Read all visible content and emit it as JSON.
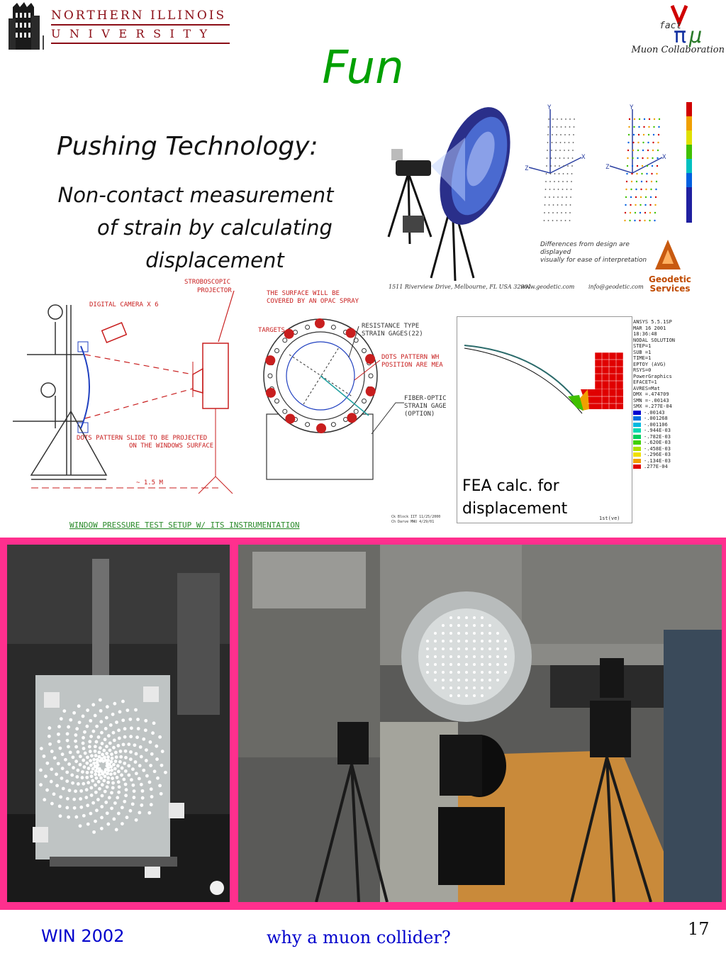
{
  "header": {
    "university_line1": "NORTHERN ILLINOIS",
    "university_line2": "UNIVERSITY",
    "collaboration_caption": "Muon Collaboration",
    "collab_logo_text": "fact"
  },
  "title": "Fun",
  "subheading": "Pushing Technology:",
  "body": {
    "line1": "Non-contact measurement",
    "line2": "of strain by calculating",
    "line3": "displacement"
  },
  "geodetic": {
    "caption_line1": "Differences from design are displayed",
    "caption_line2": "visually for ease of interpretation",
    "address": "1511 Riverview Drive, Melbourne, FL USA 32901",
    "website": "www.geodetic.com",
    "email": "info@geodetic.com",
    "brand_line1": "Geodetic",
    "brand_line2": "Services",
    "axis_y": "Y",
    "axis_x": "X",
    "axis_z": "Z"
  },
  "schematic": {
    "stroboscopic": "STROBOSCOPIC",
    "projector": "PROJECTOR",
    "digital_camera": "DIGITAL CAMERA X 6",
    "surface_line1": "THE SURFACE WILL BE",
    "surface_line2": "COVERED BY AN OPAC SPRAY",
    "targets": "TARGETS",
    "resistance_line1": "RESISTANCE TYPE",
    "resistance_line2": "STRAIN GAGES(22)",
    "dots_line1": "DOTS PATTERN WH",
    "dots_line2": "POSITION ARE MEA",
    "fiber_line1": "FIBER-OPTIC",
    "fiber_line2": "STRAIN GAGE",
    "fiber_line3": "(OPTION)",
    "dots_slide_line1": "DOTS PATTERN SLIDE TO BE PROJECTED",
    "dots_slide_line2": "ON THE WINDOWS SURFACE",
    "distance": "~ 1.5 M",
    "setup_title": "WINDOW PRESSURE TEST SETUP W/ ITS INSTRUMENTATION",
    "drawn_line1": "Ck Block  IIT 11/25/2000",
    "drawn_line2": "Ch Darve  MWU 4/29/01"
  },
  "fea": {
    "caption_line1": "FEA calc. for",
    "caption_line2": "displacement",
    "footer": "1st(ve)",
    "header_lines": [
      "ANSYS 5.5.1SP",
      "MAR 16 2001",
      "18:36:48",
      "NODAL SOLUTION",
      "STEP=1",
      "SUB =1",
      "TIME=1",
      "EPTOY     (AVG)",
      "RSYS=0",
      "PowerGraphics",
      "EFACET=1",
      "AVRES=Mat",
      "DMX =.474709",
      "SMN =-.00143",
      "SMX =.277E-04"
    ],
    "legend": [
      {
        "label": "-.00143",
        "color": "#0000d0"
      },
      {
        "label": "-.001268",
        "color": "#0070e0"
      },
      {
        "label": "-.001106",
        "color": "#00b8e0"
      },
      {
        "label": "-.944E-03",
        "color": "#00d8b0"
      },
      {
        "label": "-.782E-03",
        "color": "#00d060"
      },
      {
        "label": "-.620E-03",
        "color": "#40d000"
      },
      {
        "label": "-.458E-03",
        "color": "#b0e000"
      },
      {
        "label": "-.296E-03",
        "color": "#f0e000"
      },
      {
        "label": "-.134E-03",
        "color": "#f0a000"
      },
      {
        "label": ".277E-04",
        "color": "#e00000"
      }
    ]
  },
  "footer": {
    "left": "WIN 2002",
    "center": "why a muon collider?",
    "page": "17"
  },
  "colors": {
    "title_green": "#00a000",
    "niu_red": "#8b0d16",
    "footer_blue": "#0000cc",
    "photo_frame_pink": "#ff2f8e",
    "drawing_red": "#c81e1e",
    "drawing_green": "#2a8a2a"
  }
}
